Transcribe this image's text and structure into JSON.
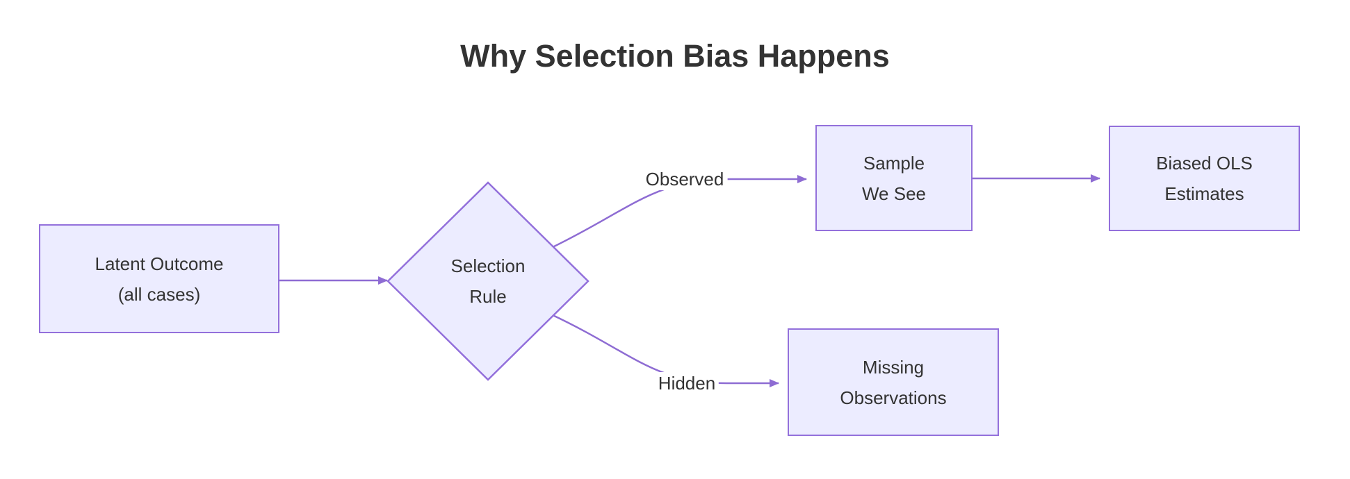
{
  "title": "Why Selection Bias Happens",
  "colors": {
    "background": "#ffffff",
    "node_fill": "#ECECFF",
    "node_border": "#9370DB",
    "edge_color": "#8E6CD3",
    "text_color": "#333333",
    "title_color": "#333333"
  },
  "nodes": {
    "latent": {
      "line1": "Latent Outcome",
      "line2": "(all cases)"
    },
    "selection": {
      "line1": "Selection",
      "line2": "Rule"
    },
    "sample": {
      "line1": "Sample",
      "line2": "We See"
    },
    "biased": {
      "line1": "Biased OLS",
      "line2": "Estimates"
    },
    "missing": {
      "line1": "Missing",
      "line2": "Observations"
    }
  },
  "edges": {
    "observed_label": "Observed",
    "hidden_label": "Hidden"
  }
}
